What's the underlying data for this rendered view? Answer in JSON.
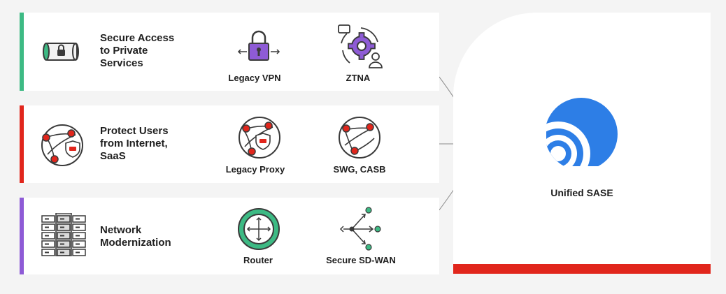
{
  "rows": [
    {
      "title": "Secure Access\nto Private\nServices",
      "legacy_label": "Legacy VPN",
      "modern_label": "ZTNA",
      "accent_color": "#3dba84"
    },
    {
      "title": "Protect Users\nfrom Internet,\nSaaS",
      "legacy_label": "Legacy Proxy",
      "modern_label": "SWG, CASB",
      "accent_color": "#e1261c"
    },
    {
      "title": "Network\nModernization",
      "legacy_label": "Router",
      "modern_label": "Secure SD-WAN",
      "accent_color": "#8e5bd6"
    }
  ],
  "sase": {
    "label": "Unified SASE",
    "logo_color": "#2d7ee6",
    "bar_color": "#e1261c"
  },
  "icons": {
    "row1": [
      "lock-tube-icon",
      "padlock-arrows-icon",
      "gear-user-icon"
    ],
    "row2": [
      "network-shield-icon",
      "network-shield-icon",
      "network-globe-icon"
    ],
    "row3": [
      "server-rack-icon",
      "router-icon",
      "branching-network-icon"
    ],
    "sase": "sase-logo-icon"
  }
}
